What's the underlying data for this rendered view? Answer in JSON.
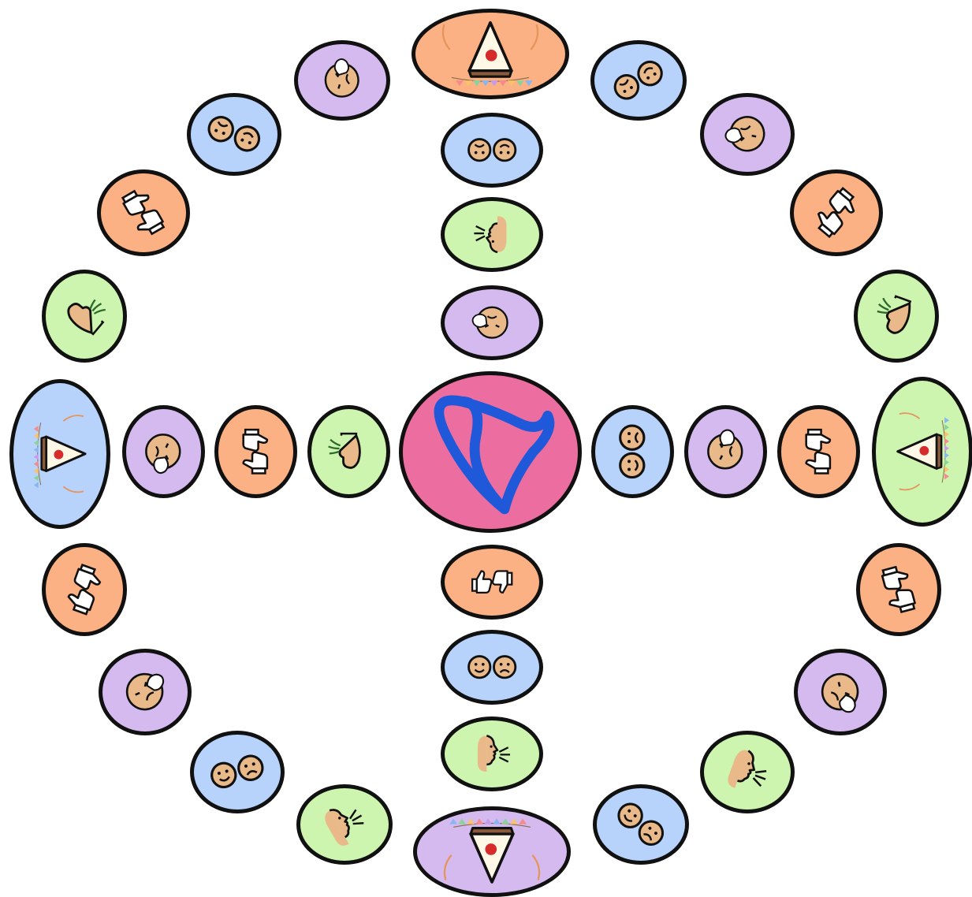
{
  "colors": {
    "orange": "#fbb183",
    "blue": "#b7d3fb",
    "green": "#cdf5b0",
    "purple": "#d5baf0",
    "pink": "#ec6ea0",
    "heart_blue": "#1f58d8",
    "outline": "#111111",
    "skin": "#e9b98a"
  },
  "center": {
    "icon": "heart-icon",
    "color": "pink"
  },
  "spaces": [
    {
      "id": "top-pizza",
      "color": "orange",
      "icon": "party-pizza-icon",
      "rot": 0
    },
    {
      "id": "up-1",
      "color": "blue",
      "icon": "happy-sad-faces-icon",
      "rot": 180
    },
    {
      "id": "up-2",
      "color": "green",
      "icon": "speak-icon",
      "rot": 180
    },
    {
      "id": "up-3",
      "color": "purple",
      "icon": "sneeze-face-icon",
      "rot": 180
    },
    {
      "id": "down-1",
      "color": "orange",
      "icon": "thumbs-up-down-icon",
      "rot": 0
    },
    {
      "id": "down-2",
      "color": "blue",
      "icon": "happy-sad-faces-icon",
      "rot": 0
    },
    {
      "id": "down-3",
      "color": "green",
      "icon": "speak-icon",
      "rot": 0
    },
    {
      "id": "bottom-pizza",
      "color": "purple",
      "icon": "party-pizza-icon",
      "rot": 180
    },
    {
      "id": "left-1",
      "color": "green",
      "icon": "smell-nose-icon",
      "rot": 90
    },
    {
      "id": "left-2",
      "color": "orange",
      "icon": "thumbs-up-down-icon",
      "rot": 90
    },
    {
      "id": "left-3",
      "color": "purple",
      "icon": "sneeze-face-icon",
      "rot": 90
    },
    {
      "id": "left-pizza",
      "color": "blue",
      "icon": "party-pizza-icon",
      "rot": 90
    },
    {
      "id": "right-1",
      "color": "blue",
      "icon": "happy-sad-faces-icon",
      "rot": -90
    },
    {
      "id": "right-2",
      "color": "purple",
      "icon": "sneeze-face-icon",
      "rot": -90
    },
    {
      "id": "right-3",
      "color": "orange",
      "icon": "thumbs-up-down-icon",
      "rot": -90
    },
    {
      "id": "right-pizza",
      "color": "green",
      "icon": "party-pizza-icon",
      "rot": -90
    },
    {
      "id": "ring-1",
      "color": "blue",
      "icon": "happy-sad-faces-icon",
      "rot": 200
    },
    {
      "id": "ring-2",
      "color": "green",
      "icon": "smell-nose-icon",
      "rot": 220
    },
    {
      "id": "ring-3",
      "color": "orange",
      "icon": "thumbs-up-down-icon",
      "rot": 240
    },
    {
      "id": "ring-4",
      "color": "purple",
      "icon": "sneeze-face-icon",
      "rot": 260
    },
    {
      "id": "ring-5",
      "color": "orange",
      "icon": "thumbs-up-down-icon",
      "rot": 290
    },
    {
      "id": "ring-6",
      "color": "purple",
      "icon": "sneeze-face-icon",
      "rot": 310
    },
    {
      "id": "ring-7",
      "color": "green",
      "icon": "speak-icon",
      "rot": 330
    },
    {
      "id": "ring-8",
      "color": "blue",
      "icon": "happy-sad-faces-icon",
      "rot": 345
    },
    {
      "id": "ring-9",
      "color": "green",
      "icon": "speak-icon",
      "rot": 20
    },
    {
      "id": "ring-10",
      "color": "blue",
      "icon": "happy-sad-faces-icon",
      "rot": 40
    },
    {
      "id": "ring-11",
      "color": "purple",
      "icon": "sneeze-face-icon",
      "rot": 50
    },
    {
      "id": "ring-12",
      "color": "orange",
      "icon": "thumbs-up-down-icon",
      "rot": 75
    },
    {
      "id": "ring-13",
      "color": "green",
      "icon": "smell-nose-icon",
      "rot": 110
    },
    {
      "id": "ring-14",
      "color": "orange",
      "icon": "thumbs-up-down-icon",
      "rot": 130
    },
    {
      "id": "ring-15",
      "color": "blue",
      "icon": "happy-sad-faces-icon",
      "rot": 150
    },
    {
      "id": "ring-16",
      "color": "purple",
      "icon": "sneeze-face-icon",
      "rot": 165
    }
  ]
}
